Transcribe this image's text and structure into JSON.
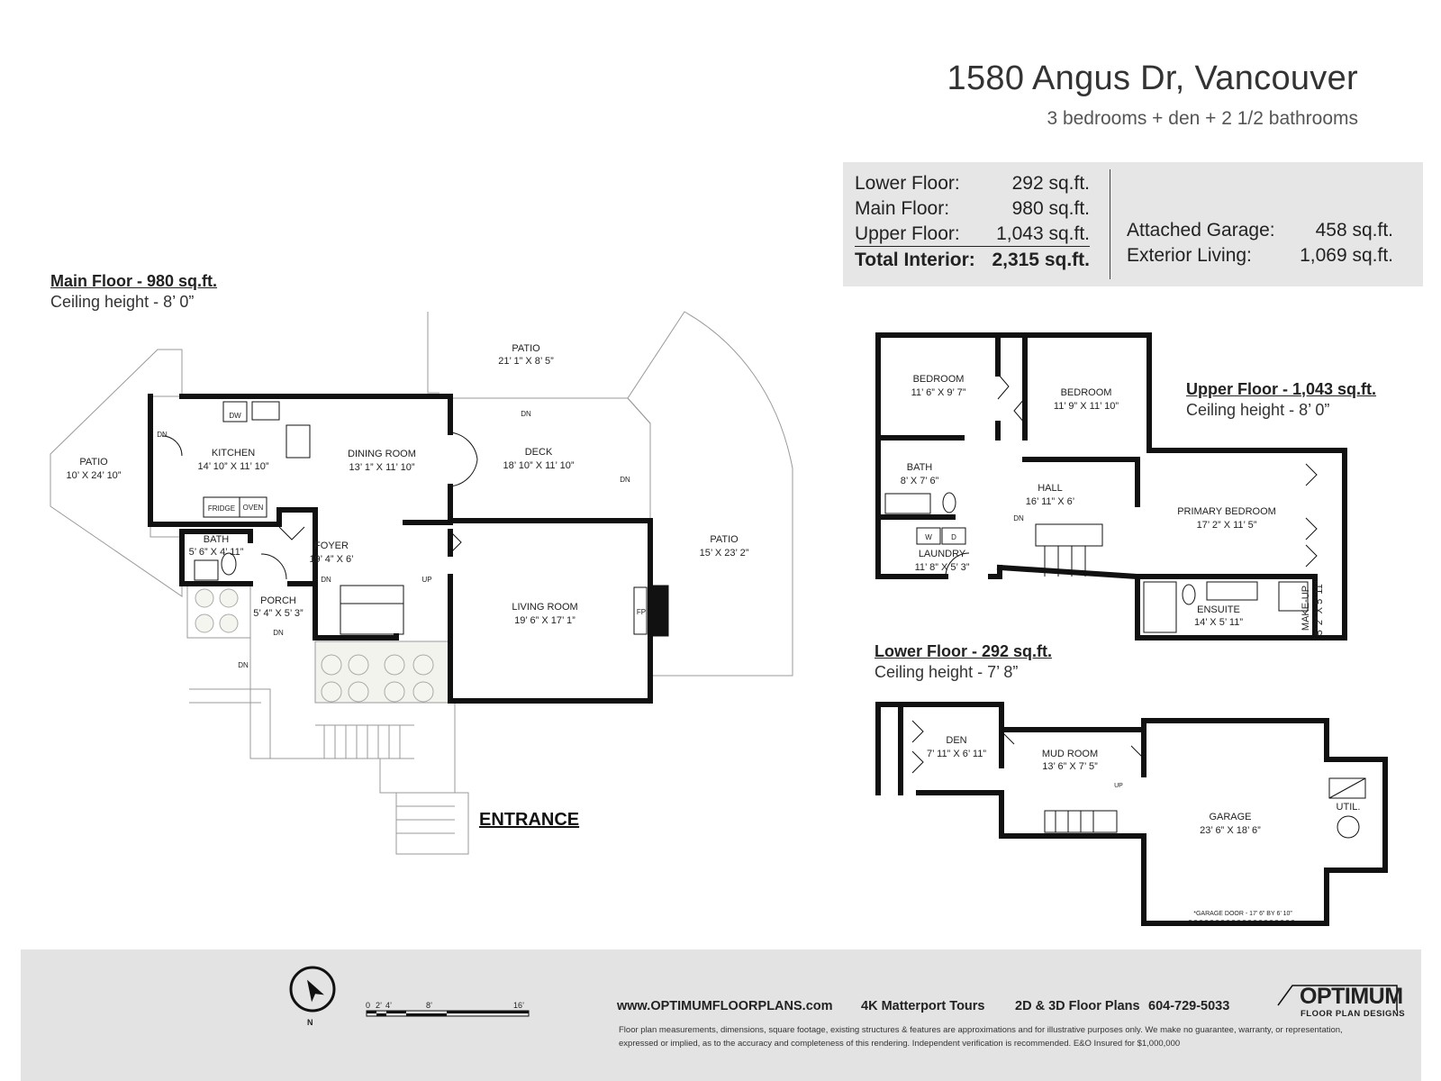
{
  "header": {
    "address": "1580 Angus Dr, Vancouver",
    "rooms_summary": "3 bedrooms + den + 2 1/2 bathrooms"
  },
  "summary": {
    "lower_label": "Lower Floor:",
    "lower_value": "292 sq.ft.",
    "main_label": "Main Floor:",
    "main_value": "980 sq.ft.",
    "upper_label": "Upper Floor:",
    "upper_value": "1,043 sq.ft.",
    "total_label": "Total Interior:",
    "total_value": "2,315 sq.ft.",
    "garage_label": "Attached Garage:",
    "garage_value": "458 sq.ft.",
    "exterior_label": "Exterior Living:",
    "exterior_value": "1,069 sq.ft."
  },
  "main_floor": {
    "heading": "Main Floor - 980 sq.ft.",
    "ceiling": "Ceiling height - 8’ 0”",
    "entrance": "ENTRANCE",
    "rooms": {
      "patio_w_name": "PATIO",
      "patio_w_dim": "10’ X 24’ 10”",
      "patio_n_name": "PATIO",
      "patio_n_dim": "21’ 1” X 8’ 5”",
      "patio_e_name": "PATIO",
      "patio_e_dim": "15’ X 23’ 2”",
      "kitchen_name": "KITCHEN",
      "kitchen_dim": "14’ 10” X 11’ 10”",
      "dining_name": "DINING ROOM",
      "dining_dim": "13’ 1” X 11’ 10”",
      "deck_name": "DECK",
      "deck_dim": "18’ 10” X 11’ 10”",
      "foyer_name": "FOYER",
      "foyer_dim": "19’ 4” X 6’",
      "bath_name": "BATH",
      "bath_dim": "5’ 6” X 4’ 11”",
      "porch_name": "PORCH",
      "porch_dim": "5’ 4” X 5’ 3”",
      "living_name": "LIVING ROOM",
      "living_dim": "19’ 6” X 17’ 1”"
    },
    "labels": {
      "dw": "DW",
      "fridge": "FRIDGE",
      "oven": "OVEN",
      "fp": "FP",
      "dn1": "DN",
      "dn2": "DN",
      "dn3": "DN",
      "dn4": "DN",
      "dn5": "DN",
      "dn6": "DN",
      "up": "UP"
    }
  },
  "upper_floor": {
    "heading": "Upper Floor - 1,043 sq.ft.",
    "ceiling": "Ceiling height - 8’ 0”",
    "rooms": {
      "bed1_name": "BEDROOM",
      "bed1_dim": "11’ 6” X 9’ 7”",
      "bed2_name": "BEDROOM",
      "bed2_dim": "11’ 9” X 11’ 10”",
      "bath_name": "BATH",
      "bath_dim": "8’ X 7’ 6”",
      "hall_name": "HALL",
      "hall_dim": "16’ 11” X 6’",
      "laundry_name": "LAUNDRY",
      "laundry_dim": "11’ 8” X 5’ 3”",
      "primary_name": "PRIMARY BEDROOM",
      "primary_dim": "17’ 2” X 11’ 5”",
      "ensuite_name": "ENSUITE",
      "ensuite_dim": "14’ X 5’ 11”",
      "makeup_name": "MAKE-UP",
      "makeup_dim": "5’ 2” X 5’ 11”"
    },
    "labels": {
      "w": "W",
      "d": "D",
      "dn": "DN"
    }
  },
  "lower_floor": {
    "heading": "Lower Floor - 292 sq.ft.",
    "ceiling": "Ceiling height - 7’ 8”",
    "rooms": {
      "den_name": "DEN",
      "den_dim": "7’ 11” X 6’ 11”",
      "mud_name": "MUD ROOM",
      "mud_dim": "13’ 6” X 7’ 5”",
      "garage_name": "GARAGE",
      "garage_dim": "23’ 6” X 18’ 6”",
      "util": "UTIL.",
      "garage_door": "*GARAGE DOOR - 17’ 6” BY 6’ 10”",
      "up": "UP"
    }
  },
  "footer": {
    "website": "www.OPTIMUMFLOORPLANS.com",
    "tours": "4K Matterport Tours",
    "plans": "2D & 3D Floor Plans",
    "phone": "604-729-5033",
    "disclaimer": "Floor plan measurements, dimensions, square footage, existing structures & features are approximations and for illustrative purposes only. We make no guarantee, warranty, or representation, expressed or implied, as to the accuracy and completeness of this rendering. Independent verification is recommended. E&O Insured for $1,000,000",
    "logo_main": "OPTIMUM",
    "logo_sub": "FLOOR PLAN DESIGNS",
    "compass_n": "N",
    "scale_0": "0",
    "scale_2": "2’",
    "scale_4": "4’",
    "scale_8": "8’",
    "scale_16": "16’"
  }
}
